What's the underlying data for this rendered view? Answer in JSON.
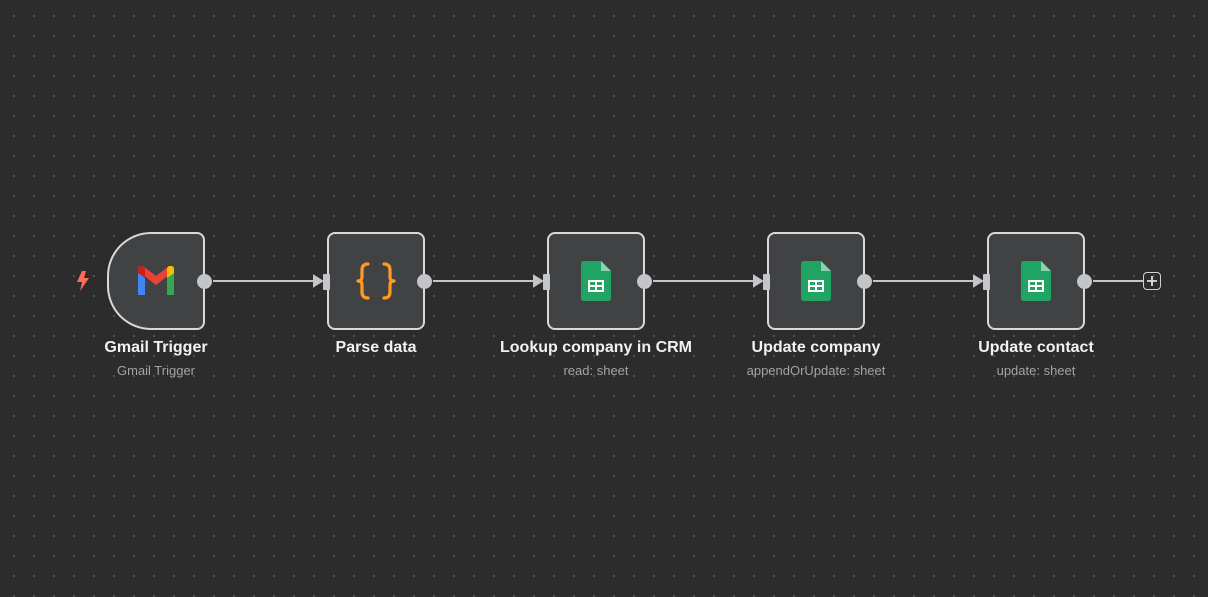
{
  "workflow": {
    "nodes": [
      {
        "title": "Gmail Trigger",
        "subtitle": "Gmail Trigger",
        "icon": "gmail-icon"
      },
      {
        "title": "Parse data",
        "subtitle": "",
        "icon": "code-braces-icon"
      },
      {
        "title": "Lookup company in CRM",
        "subtitle": "read: sheet",
        "icon": "google-sheets-icon"
      },
      {
        "title": "Update company",
        "subtitle": "appendOrUpdate: sheet",
        "icon": "google-sheets-icon"
      },
      {
        "title": "Update contact",
        "subtitle": "update: sheet",
        "icon": "google-sheets-icon"
      }
    ],
    "trigger_icon": "lightning-bolt-icon",
    "add_node_icon": "plus-icon"
  },
  "colors": {
    "canvas_bg": "#2c2c2c",
    "node_bg": "#414244",
    "node_border": "#d9d9dc",
    "connector": "#c4c5c8",
    "trigger_bolt": "#ff6d5a",
    "braces": "#ff9922",
    "sheets_green": "#1fa463"
  }
}
